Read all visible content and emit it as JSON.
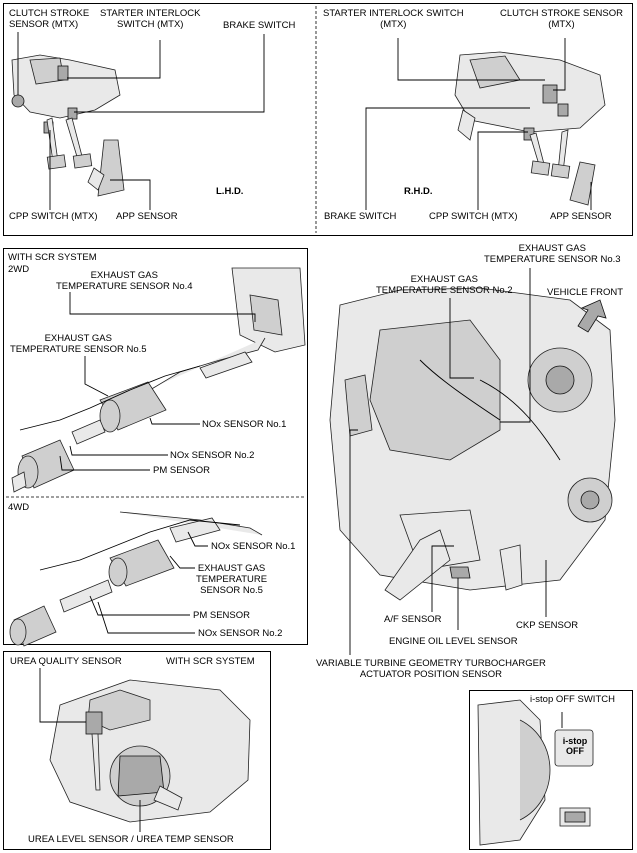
{
  "pedal_panel": {
    "left": {
      "clutch_stroke_sensor": "CLUTCH STROKE\nSENSOR (MTX)",
      "starter_interlock_switch": "STARTER INTERLOCK\nSWITCH (MTX)",
      "brake_switch": "BRAKE SWITCH",
      "cpp_switch": "CPP SWITCH (MTX)",
      "app_sensor": "APP SENSOR",
      "side_tag": "L.H.D."
    },
    "right": {
      "starter_interlock_switch": "STARTER INTERLOCK SWITCH\n(MTX)",
      "clutch_stroke_sensor": "CLUTCH STROKE SENSOR\n(MTX)",
      "side_tag": "R.H.D.",
      "brake_switch": "BRAKE SWITCH",
      "cpp_switch": "CPP SWITCH (MTX)",
      "app_sensor": "APP SENSOR"
    }
  },
  "exhaust_panel": {
    "title": "WITH SCR SYSTEM",
    "twowd": {
      "heading": "2WD",
      "egt_no4": "EXHAUST GAS\nTEMPERATURE SENSOR No.4",
      "egt_no5": "EXHAUST GAS\nTEMPERATURE SENSOR No.5",
      "nox_no1": "NOx SENSOR No.1",
      "nox_no2": "NOx SENSOR No.2",
      "pm_sensor": "PM SENSOR"
    },
    "fourwd": {
      "heading": "4WD",
      "nox_no1": "NOx SENSOR No.1",
      "egt_no5": "EXHAUST GAS\nTEMPERATURE\nSENSOR No.5",
      "pm_sensor": "PM SENSOR",
      "nox_no2": "NOx SENSOR No.2"
    }
  },
  "engine": {
    "egt_no3": "EXHAUST GAS\nTEMPERATURE SENSOR No.3",
    "egt_no2": "EXHAUST GAS\nTEMPERATURE SENSOR No.2",
    "vehicle_front": "VEHICLE FRONT",
    "af_sensor": "A/F SENSOR",
    "ckp_sensor": "CKP SENSOR",
    "oil_level_sensor": "ENGINE OIL LEVEL SENSOR",
    "vgt_sensor": "VARIABLE TURBINE GEOMETRY TURBOCHARGER\nACTUATOR POSITION SENSOR"
  },
  "urea_panel": {
    "quality_sensor": "UREA QUALITY SENSOR",
    "system_tag": "WITH SCR SYSTEM",
    "level_temp_sensor": "UREA LEVEL SENSOR / UREA TEMP SENSOR"
  },
  "istop_panel": {
    "switch_title": "i-stop OFF SWITCH",
    "button_text": "i-stop\nOFF"
  }
}
